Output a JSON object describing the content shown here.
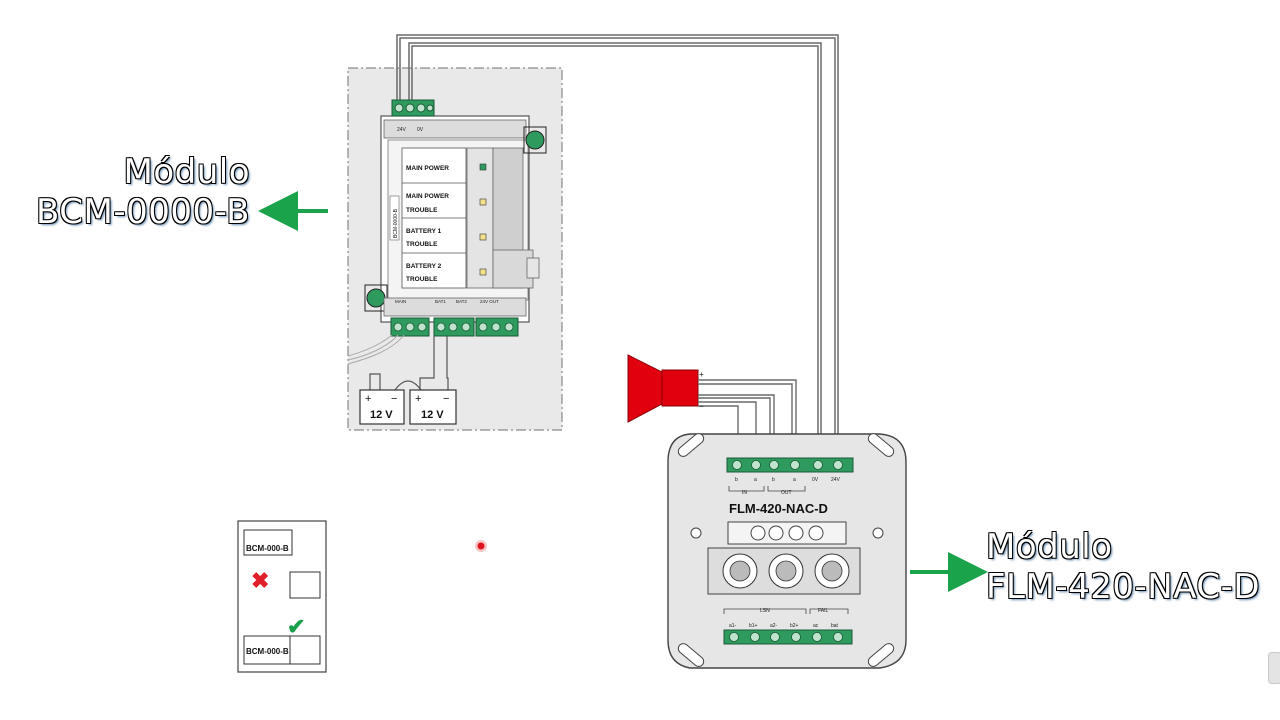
{
  "callouts": {
    "bcm_line1": "Módulo",
    "bcm_line2": "BCM-0000-B",
    "flm_line1": "Módulo",
    "flm_line2": "FLM-420-NAC-D"
  },
  "bcm_module": {
    "top_terminals": [
      "24V",
      "0V"
    ],
    "led_rows": [
      {
        "label1": "MAIN POWER",
        "label2": ""
      },
      {
        "label1": "MAIN POWER",
        "label2": "TROUBLE"
      },
      {
        "label1": "BATTERY 1",
        "label2": "TROUBLE"
      },
      {
        "label1": "BATTERY 2",
        "label2": "TROUBLE"
      }
    ],
    "side_label": "BCM-0000-B",
    "bottom_groups": [
      "MAIN",
      "BAT1",
      "BAT2",
      "24V OUT"
    ],
    "batteries": [
      {
        "voltage": "12 V",
        "plus": "+",
        "minus": "−"
      },
      {
        "voltage": "12 V",
        "plus": "+",
        "minus": "−"
      }
    ]
  },
  "flm_module": {
    "title": "FLM-420-NAC-D",
    "top_terminals": [
      "b",
      "a",
      "b",
      "a",
      "0V",
      "24V"
    ],
    "in_label": "IN",
    "out_label": "OUT",
    "lsn_label": "LSN",
    "fail_label": "FAIL",
    "bottom_terminals": [
      "a1-",
      "b1+",
      "a2-",
      "b2+",
      "ac",
      "bat"
    ]
  },
  "horn": {
    "plus": "+",
    "minus": "−"
  },
  "inset": {
    "module_label_top": "BCM-000-B",
    "module_label_bottom": "BCM-000-B",
    "wrong_mark": "✖",
    "right_mark": "✔"
  },
  "colors": {
    "arrow": "#1aa34a",
    "horn": "#e0000e",
    "terminal": "#2e9a5e",
    "wire": "#6a6a6a",
    "panel_bg": "#e8e9e8",
    "wrong": "#e0202a",
    "right": "#19a04a"
  }
}
